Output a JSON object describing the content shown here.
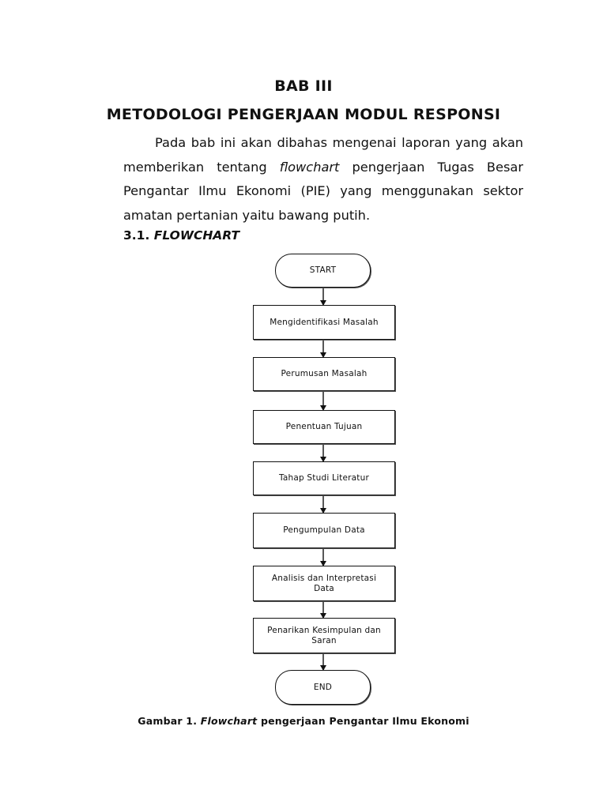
{
  "chapter_label": "BAB III",
  "chapter_title": "METODOLOGI PENGERJAAN MODUL RESPONSI",
  "paragraph": {
    "before_italic": "Pada bab ini akan dibahas mengenai laporan yang akan memberikan tentang ",
    "italic": "flowchart",
    "after_italic": " pengerjaan Tugas Besar Pengantar Ilmu Ekonomi (PIE) yang menggunakan sektor amatan pertanian yaitu bawang putih."
  },
  "section": {
    "number": "3.1.",
    "title": "FLOWCHART"
  },
  "flowchart": {
    "start": "START",
    "steps": [
      "Mengidentifikasi Masalah",
      "Perumusan Masalah",
      "Penentuan Tujuan",
      "Tahap Studi Literatur",
      "Pengumpulan Data",
      "Analisis dan Interpretasi Data",
      "Penarikan Kesimpulan dan Saran"
    ],
    "end": "END"
  },
  "caption": {
    "prefix": "Gambar 1.",
    "italic": "Flowchart",
    "rest": "pengerjaan Pengantar Ilmu Ekonomi"
  }
}
